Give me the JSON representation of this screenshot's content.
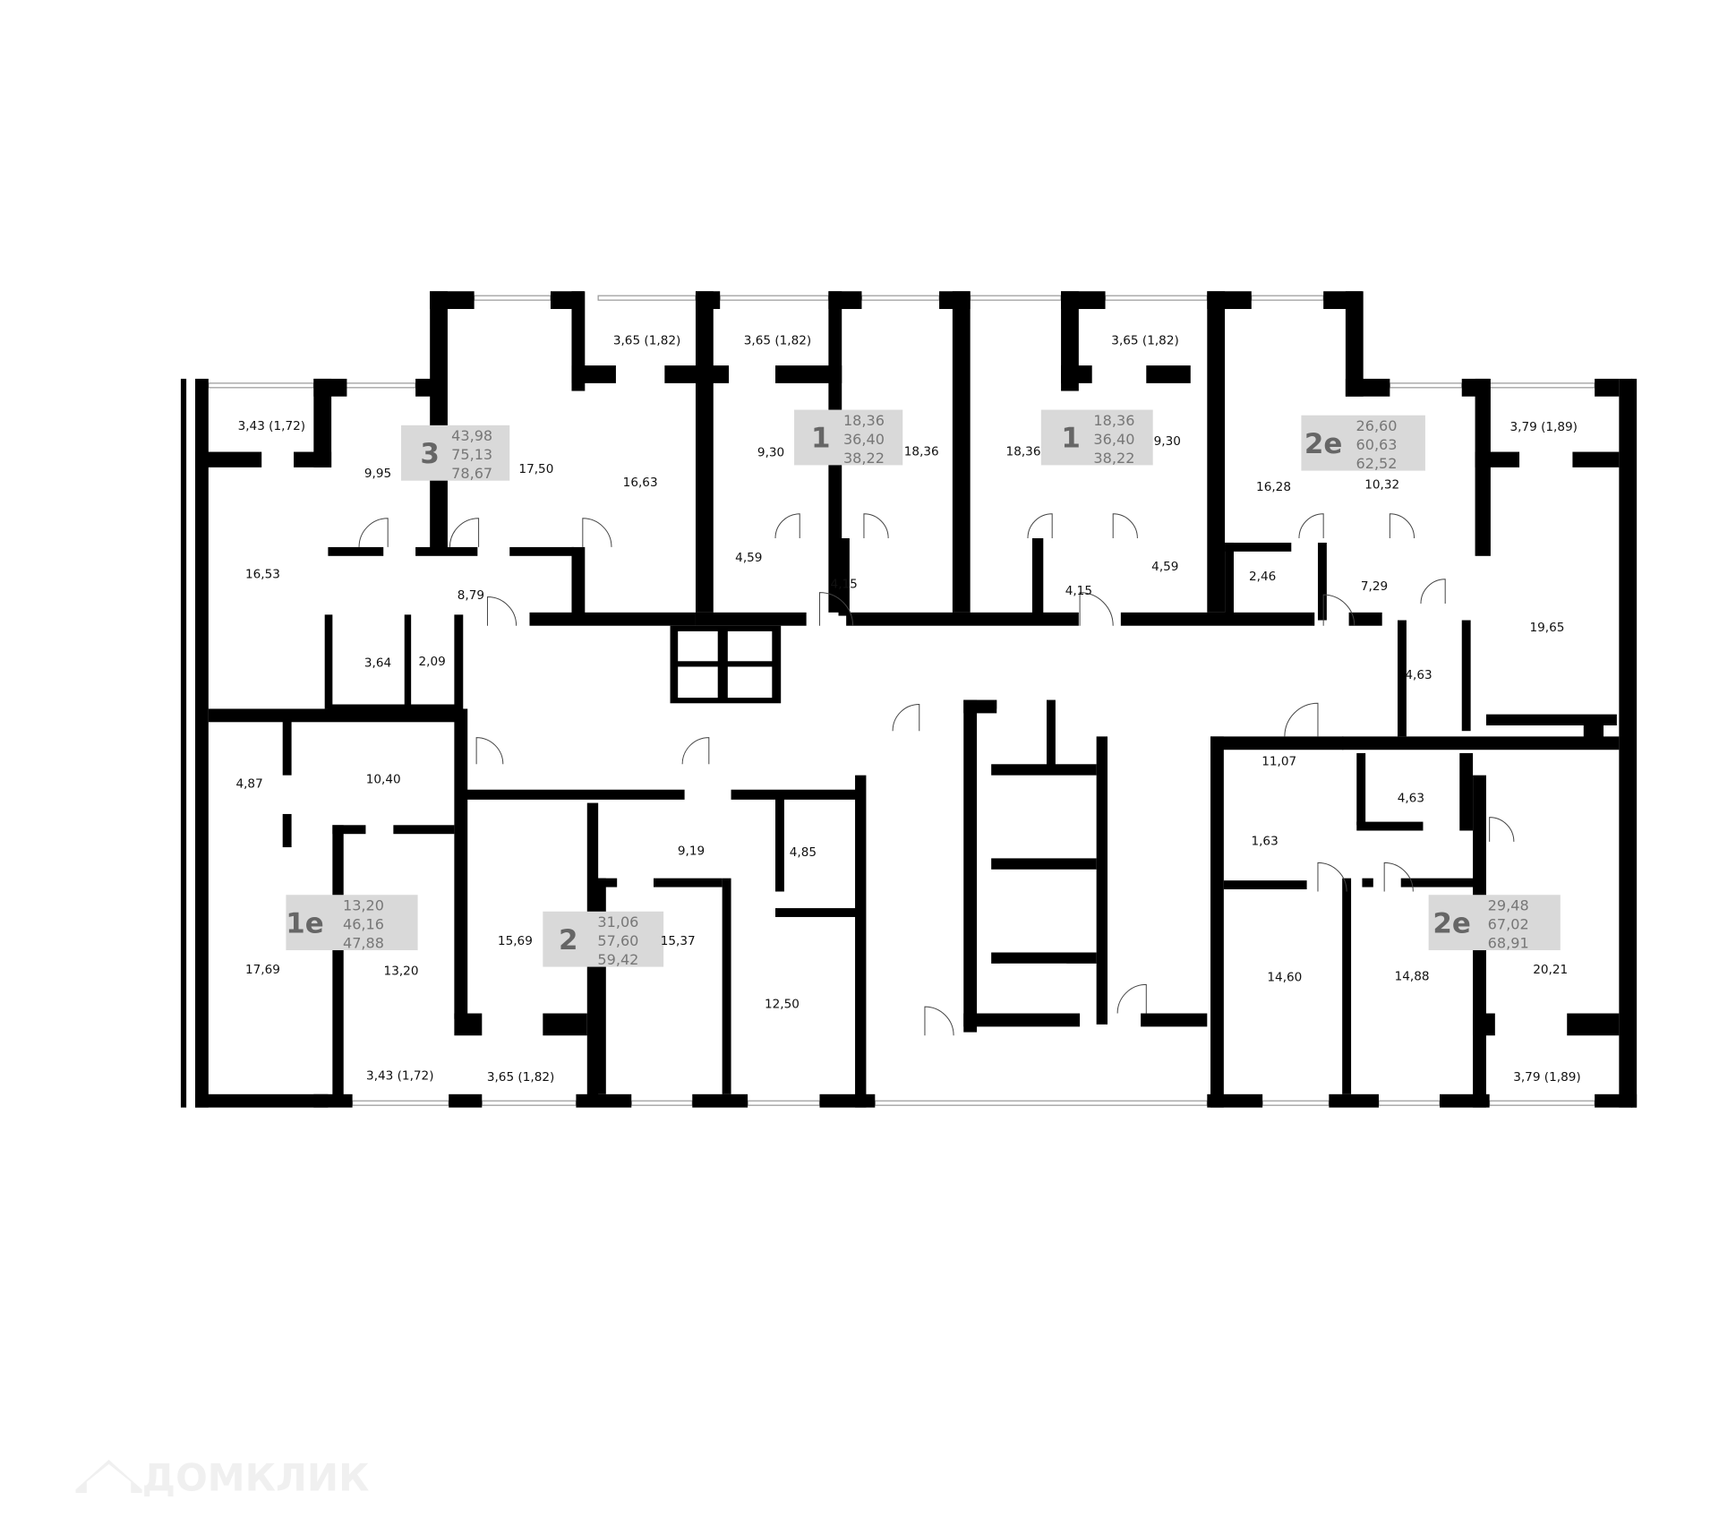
{
  "watermark": {
    "text": "ДОМКЛИК",
    "icon": "house-logo-icon"
  },
  "colors": {
    "wall": "#000000",
    "badge_bg": "#d9d9d9",
    "badge_text": "#666666",
    "window": "#9a9a9a"
  },
  "apartments": [
    {
      "type": "3",
      "values": [
        "43,98",
        "75,13",
        "78,67"
      ]
    },
    {
      "type": "1",
      "values": [
        "18,36",
        "36,40",
        "38,22"
      ]
    },
    {
      "type": "1",
      "values": [
        "18,36",
        "36,40",
        "38,22"
      ]
    },
    {
      "type": "2e",
      "values": [
        "26,60",
        "60,63",
        "62,52"
      ]
    },
    {
      "type": "1e",
      "values": [
        "13,20",
        "46,16",
        "47,88"
      ]
    },
    {
      "type": "2",
      "values": [
        "31,06",
        "57,60",
        "59,42"
      ]
    },
    {
      "type": "2e",
      "values": [
        "29,48",
        "67,02",
        "68,91"
      ]
    }
  ],
  "rooms": [
    "3,43 (1,72)",
    "9,95",
    "17,50",
    "3,65 (1,82)",
    "3,65 (1,82)",
    "16,63",
    "9,30",
    "18,36",
    "18,36",
    "9,30",
    "3,65 (1,82)",
    "16,28",
    "10,32",
    "3,79 (1,89)",
    "16,53",
    "8,79",
    "3,64",
    "2,09",
    "4,59",
    "4,15",
    "4,15",
    "4,59",
    "2,46",
    "7,29",
    "19,65",
    "4,63",
    "4,87",
    "10,40",
    "9,19",
    "4,85",
    "17,69",
    "13,20",
    "15,69",
    "15,37",
    "12,50",
    "3,43 (1,72)",
    "3,65 (1,82)",
    "11,07",
    "4,63",
    "1,63",
    "14,60",
    "14,88",
    "20,21",
    "3,79 (1,89)"
  ]
}
